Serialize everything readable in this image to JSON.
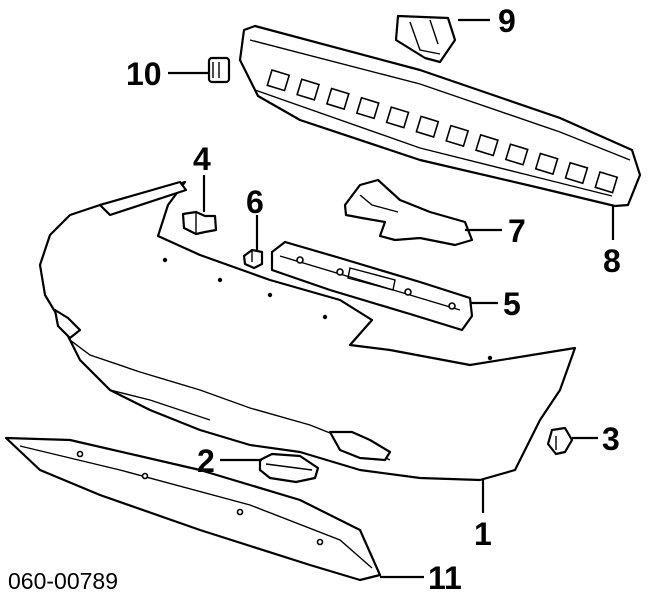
{
  "diagram": {
    "reference_code": "060-00789",
    "callouts": [
      {
        "id": "1",
        "label": "1",
        "part": "bumper-cover"
      },
      {
        "id": "2",
        "label": "2",
        "part": "fog-lamp-cover"
      },
      {
        "id": "3",
        "label": "3",
        "part": "push-clip"
      },
      {
        "id": "4",
        "label": "4",
        "part": "retainer-clip"
      },
      {
        "id": "5",
        "label": "5",
        "part": "upper-bracket"
      },
      {
        "id": "6",
        "label": "6",
        "part": "bolt"
      },
      {
        "id": "7",
        "label": "7",
        "part": "energy-absorber-bracket"
      },
      {
        "id": "8",
        "label": "8",
        "part": "energy-absorber"
      },
      {
        "id": "9",
        "label": "9",
        "part": "mounting-bracket"
      },
      {
        "id": "10",
        "label": "10",
        "part": "clip"
      },
      {
        "id": "11",
        "label": "11",
        "part": "lower-deflector"
      }
    ]
  }
}
